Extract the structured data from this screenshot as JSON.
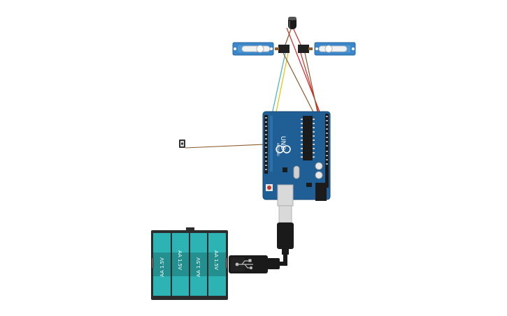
{
  "circuit": {
    "arduino": {
      "model_label": "UNO",
      "brand_label": "ARDUINO",
      "board_color": "#1f5f96",
      "reset_button_color": "#c0392b"
    },
    "battery_pack": {
      "cells": [
        {
          "label": "AA 1.5V"
        },
        {
          "label": "AA 1.5V"
        },
        {
          "label": "AA 1.5V"
        },
        {
          "label": "AA 1.5V"
        }
      ],
      "cell_color": "#2db3b3",
      "case_color": "#2c2c2c"
    },
    "servos": [
      {
        "side": "left",
        "color": "#3a86c8"
      },
      {
        "side": "right",
        "color": "#3a86c8"
      }
    ],
    "capacitor": {
      "color": "#1a1a1a"
    },
    "pushbutton": {
      "color": "#333333"
    },
    "usb_cable": {
      "color": "#1a1a1a",
      "connector_color": "#d9d9d9"
    },
    "wire_colors": {
      "red": "#d62728",
      "yellow": "#e6c200",
      "teal": "#3cb4c4",
      "brown": "#8b5a2b",
      "black": "#222222"
    }
  }
}
